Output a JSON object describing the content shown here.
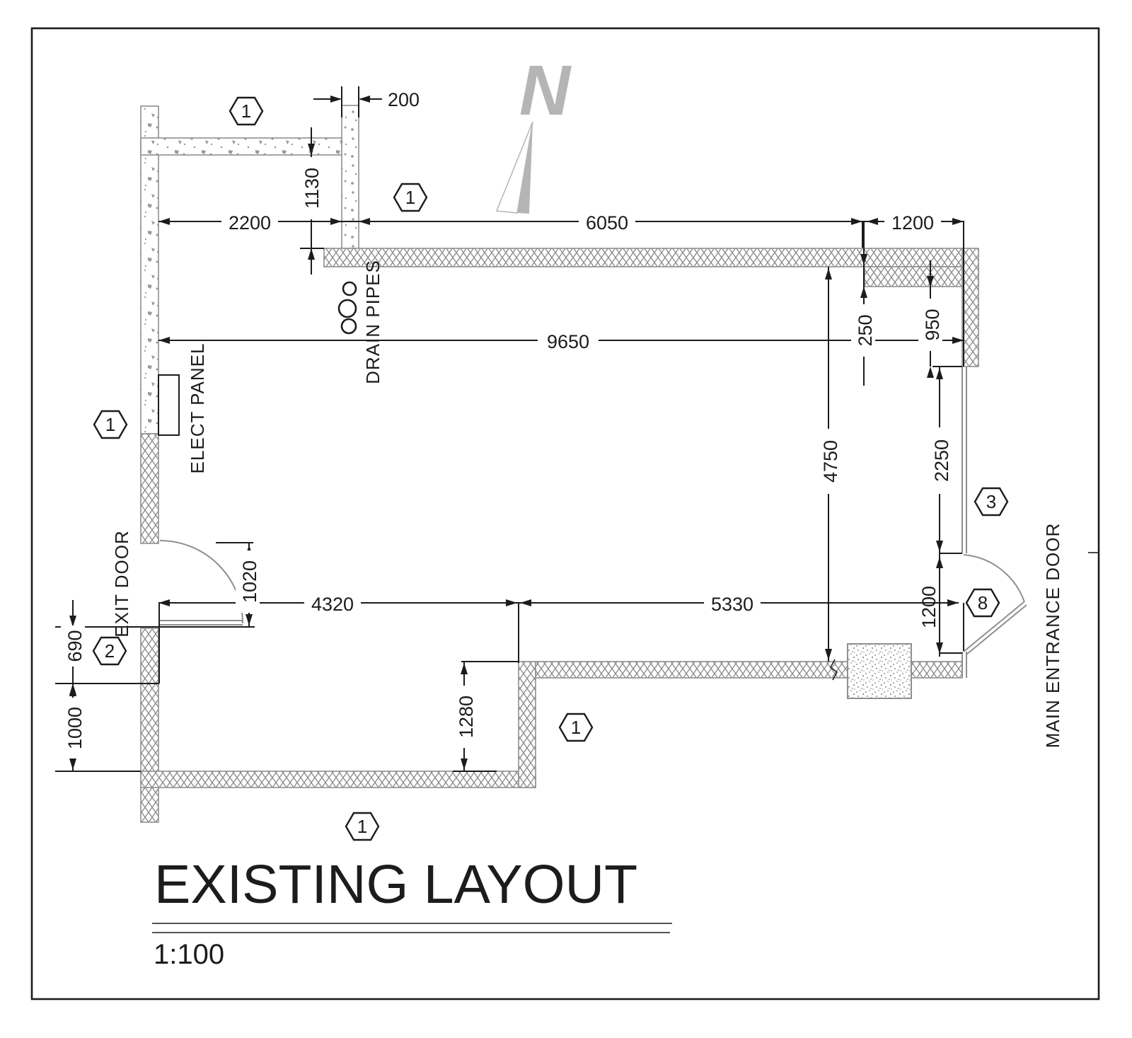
{
  "title_block": {
    "title": "EXISTING LAYOUT",
    "scale": "1:100"
  },
  "compass": {
    "label": "N"
  },
  "labels": {
    "drain_pipes": "DRAIN PIPES",
    "elect_panel": "ELECT PANEL",
    "exit_door": "EXIT DOOR",
    "main_entrance_door": "MAIN ENTRANCE DOOR"
  },
  "dimensions": {
    "wall_thickness_top": "200",
    "top_wall_drop": "1130",
    "left_bay_width": "2200",
    "north_wall_span": "6050",
    "north_east_span": "1200",
    "overall_width": "9650",
    "east_step": "250",
    "east_pier": "950",
    "hall_depth": "4750",
    "shopfront_height": "2250",
    "exit_door_opening": "1020",
    "exit_side_upper": "690",
    "exit_side_lower": "1000",
    "south_west_span": "4320",
    "south_east_span": "5330",
    "entrance_opening": "1200",
    "south_step": "1280"
  },
  "callouts": [
    {
      "number": "1",
      "location": "top-left-wall"
    },
    {
      "number": "1",
      "location": "top-north-wall"
    },
    {
      "number": "1",
      "location": "west-wall"
    },
    {
      "number": "2",
      "location": "exit-door-side"
    },
    {
      "number": "1",
      "location": "south-west-wall"
    },
    {
      "number": "1",
      "location": "south-step-wall"
    },
    {
      "number": "3",
      "location": "shopfront"
    },
    {
      "number": "8",
      "location": "main-entrance"
    }
  ],
  "colors": {
    "line_ink": "#1c1c1c",
    "wall_hatch": "#8f8f8f",
    "concrete_speckle": "#9a9a9a",
    "north_arrow_gray": "#b5b5b5",
    "paper": "#ffffff"
  }
}
